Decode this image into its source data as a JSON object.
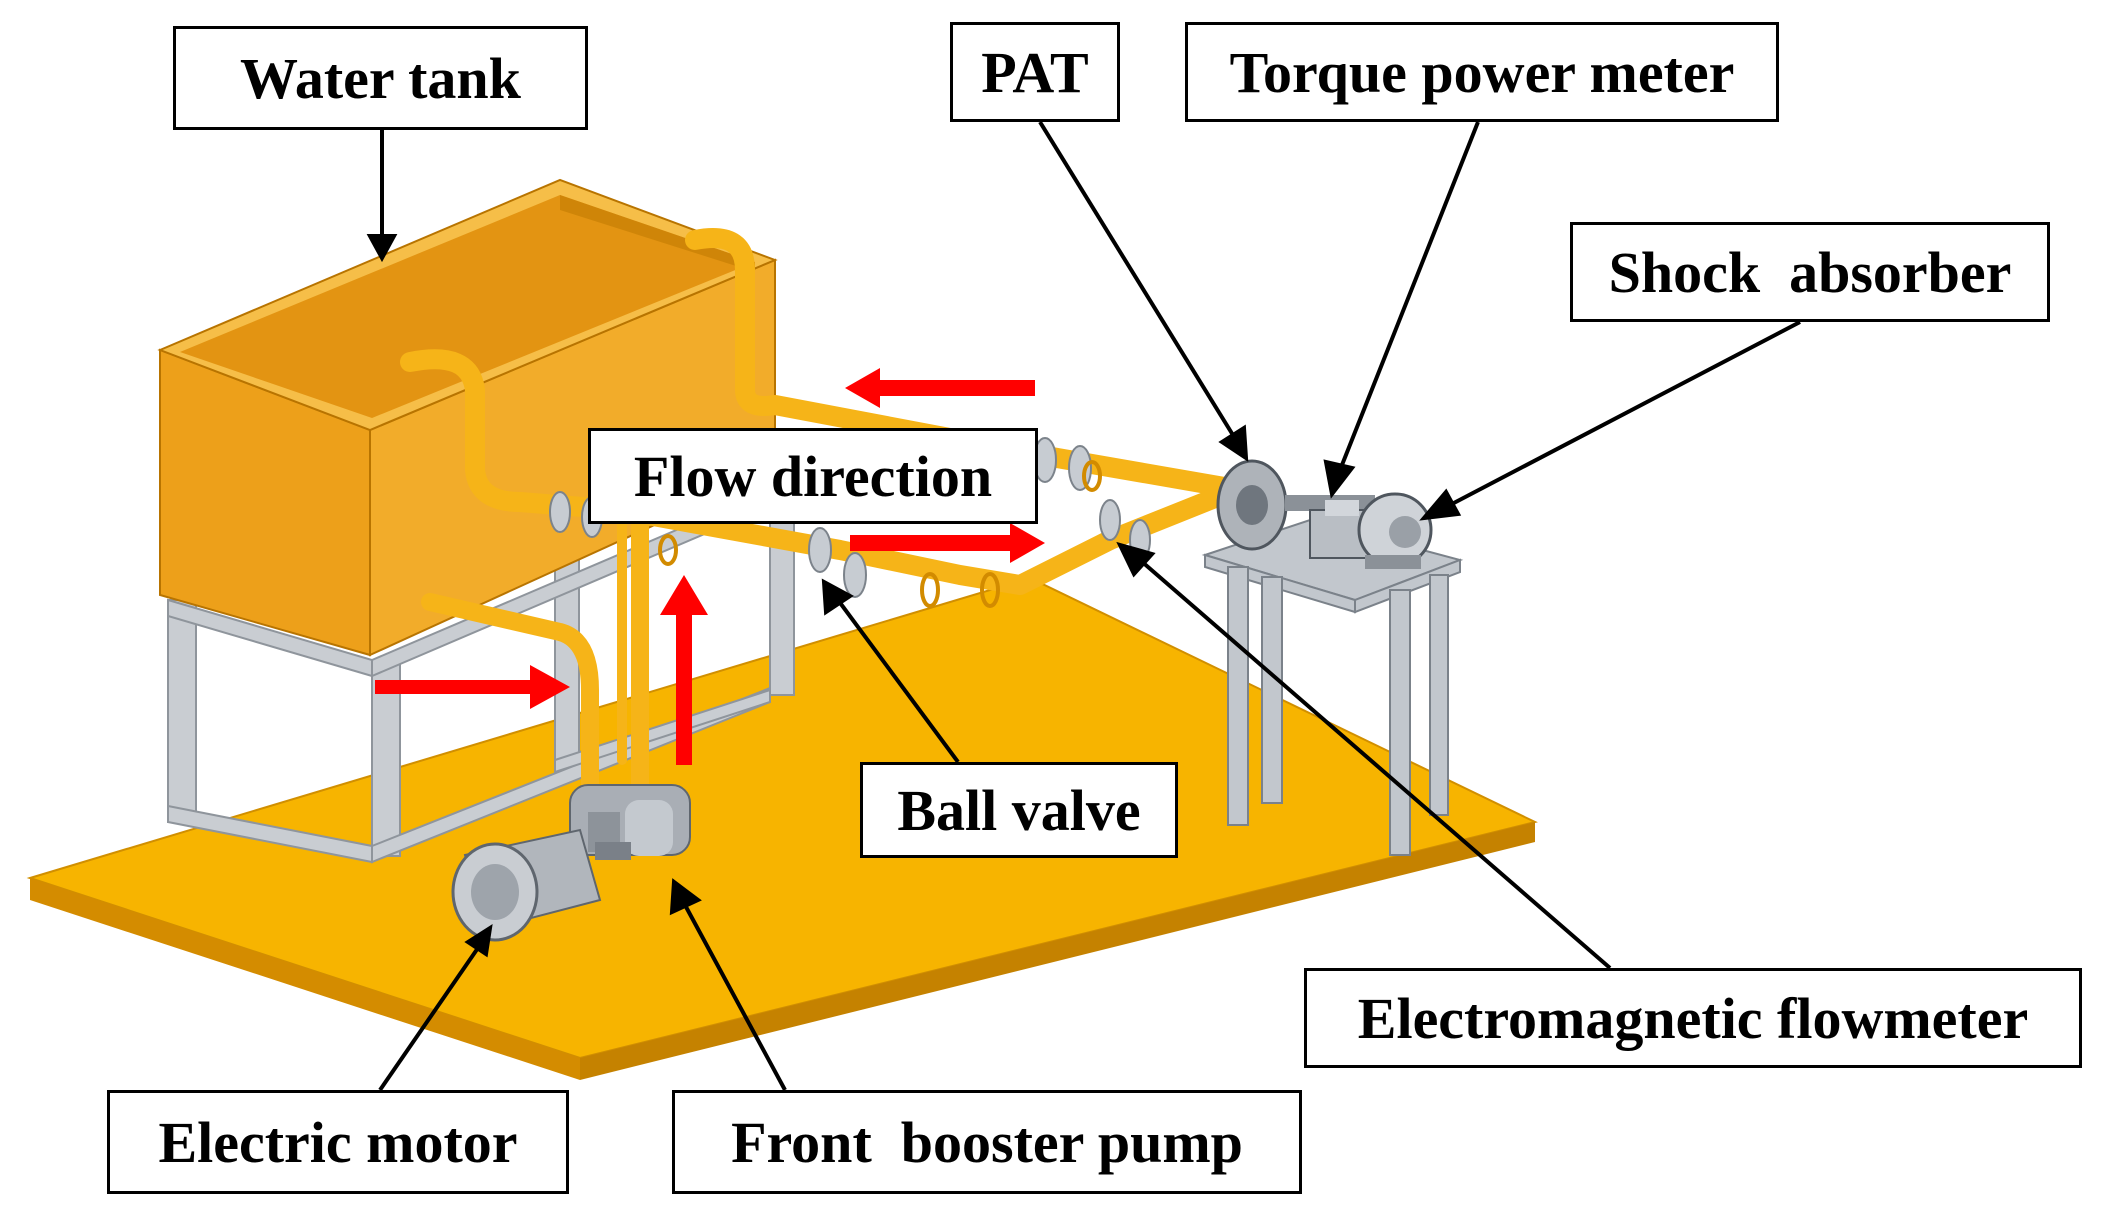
{
  "labels": {
    "water_tank": "Water tank",
    "pat": "PAT",
    "torque_power_meter": "Torque power meter",
    "shock_absorber": "Shock  absorber",
    "flow_direction": "Flow direction",
    "ball_valve": "Ball valve",
    "electromagnetic_flowmeter": "Electromagnetic flowmeter",
    "electric_motor": "Electric motor",
    "front_booster_pump": "Front  booster pump"
  },
  "colors": {
    "platform": "#f5b000",
    "tank": "#f0a21a",
    "pipe": "#f6b418",
    "steel": "#b9bec4",
    "arrow_flow": "#ff0000",
    "leader": "#000000"
  }
}
